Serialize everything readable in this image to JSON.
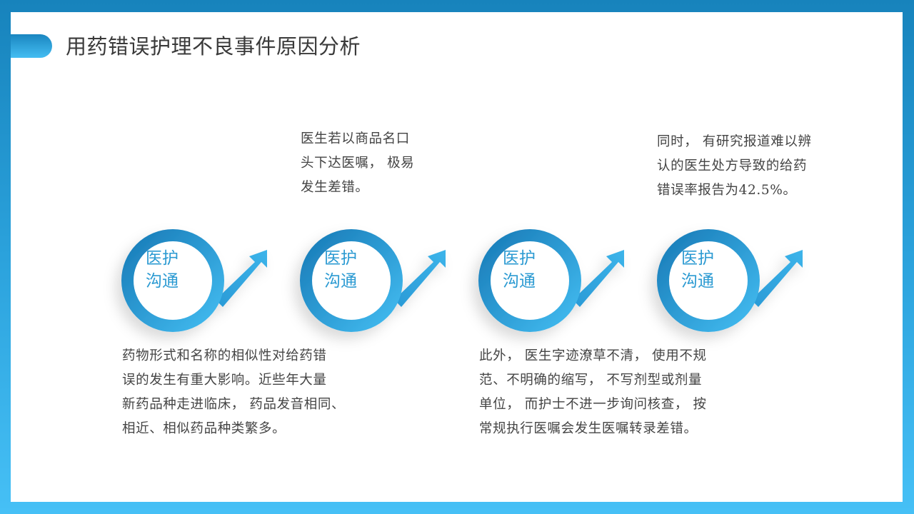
{
  "slide": {
    "title": "用药错误护理不良事件原因分析",
    "colors": {
      "frame_top": "#1783bc",
      "frame_bottom": "#46c0f6",
      "accent": "#2b9ad2",
      "text": "#444444"
    }
  },
  "nodes": [
    {
      "label_line1": "医护",
      "label_line2": "沟通",
      "icon": "ring-arrow-icon"
    },
    {
      "label_line1": "医护",
      "label_line2": "沟通",
      "icon": "ring-arrow-icon"
    },
    {
      "label_line1": "医护",
      "label_line2": "沟通",
      "icon": "ring-arrow-icon"
    },
    {
      "label_line1": "医护",
      "label_line2": "沟通",
      "icon": "ring-arrow-icon"
    }
  ],
  "descriptions": {
    "top_2": [
      "医生若以商品名口",
      "头下达医嘱， 极易",
      "发生差错。"
    ],
    "top_4": [
      "同时， 有研究报道难以辨",
      "认的医生处方导致的给药",
      "错误率报告为42.5%。"
    ],
    "bottom_1": [
      "药物形式和名称的相似性对给药错",
      "误的发生有重大影响。近些年大量",
      "新药品种走进临床， 药品发音相同、",
      "相近、相似药品种类繁多。"
    ],
    "bottom_3": [
      "此外， 医生字迹潦草不清， 使用不规",
      "范、不明确的缩写， 不写剂型或剂量",
      "单位， 而护士不进一步询问核查， 按",
      "常规执行医嘱会发生医嘱转录差错。"
    ]
  }
}
